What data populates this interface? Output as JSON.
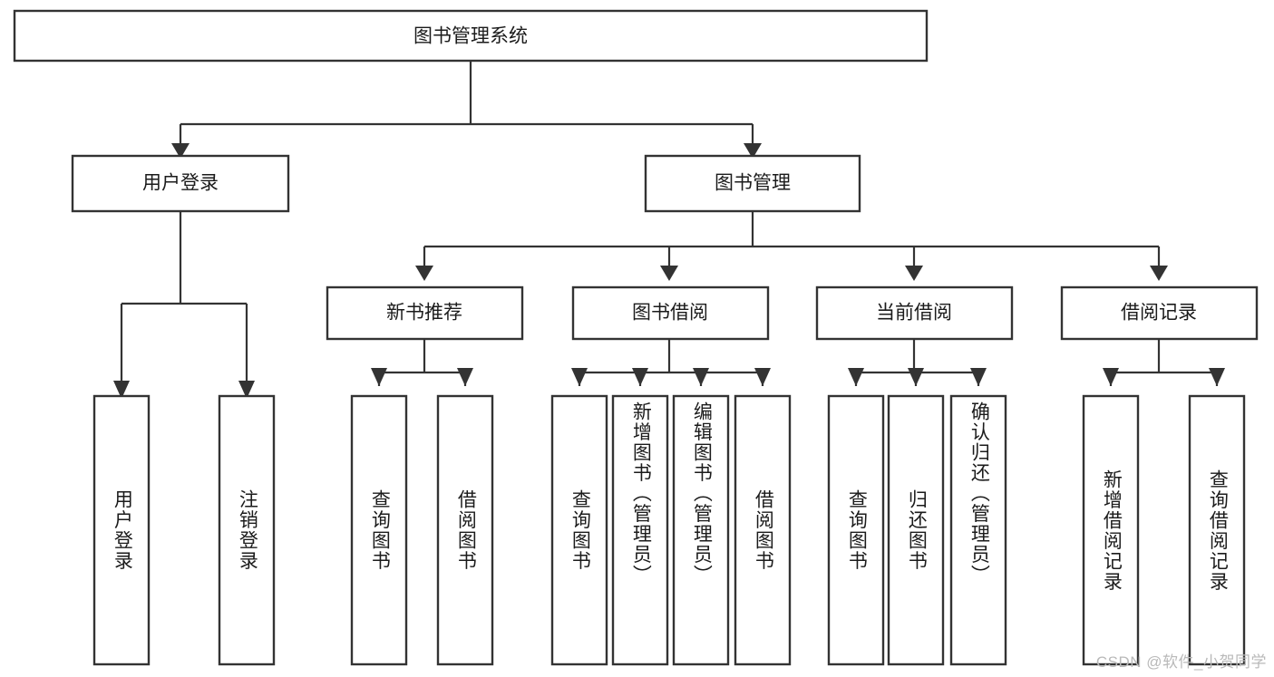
{
  "diagram": {
    "title_node": {
      "label": "图书管理系统"
    },
    "level2": [
      {
        "id": "user-login",
        "label": "用户登录"
      },
      {
        "id": "book-management",
        "label": "图书管理"
      }
    ],
    "level3": [
      {
        "id": "new-book-recommend",
        "label": "新书推荐"
      },
      {
        "id": "book-borrow",
        "label": "图书借阅"
      },
      {
        "id": "current-borrow",
        "label": "当前借阅"
      },
      {
        "id": "borrow-record",
        "label": "借阅记录"
      }
    ],
    "leaves": [
      {
        "id": "leaf-user-login",
        "label": "用户登录",
        "parent": "user-login"
      },
      {
        "id": "leaf-logout-login",
        "label": "注销登录",
        "parent": "user-login"
      },
      {
        "id": "leaf-query-book-1",
        "label": "查询图书",
        "parent": "new-book-recommend"
      },
      {
        "id": "leaf-borrow-book-1",
        "label": "借阅图书",
        "parent": "new-book-recommend"
      },
      {
        "id": "leaf-query-book-2",
        "label": "查询图书",
        "parent": "book-borrow"
      },
      {
        "id": "leaf-add-book-admin",
        "label": "新增图书（管理员）",
        "parent": "book-borrow"
      },
      {
        "id": "leaf-edit-book-admin",
        "label": "编辑图书（管理员）",
        "parent": "book-borrow"
      },
      {
        "id": "leaf-borrow-book-2",
        "label": "借阅图书",
        "parent": "book-borrow"
      },
      {
        "id": "leaf-query-book-3",
        "label": "查询图书",
        "parent": "current-borrow"
      },
      {
        "id": "leaf-return-book",
        "label": "归还图书",
        "parent": "current-borrow"
      },
      {
        "id": "leaf-confirm-return-admin",
        "label": "确认归还（管理员）",
        "parent": "current-borrow"
      },
      {
        "id": "leaf-add-borrow-record",
        "label": "新增借阅记录",
        "parent": "borrow-record"
      },
      {
        "id": "leaf-query-borrow-record",
        "label": "查询借阅记录",
        "parent": "borrow-record"
      }
    ],
    "watermark": "CSDN @软件_小贺同学",
    "colors": {
      "stroke": "#333333",
      "box_fill": "#ffffff",
      "text": "#1b1b1b",
      "watermark": "#b9b9b9",
      "background": "#ffffff"
    }
  }
}
